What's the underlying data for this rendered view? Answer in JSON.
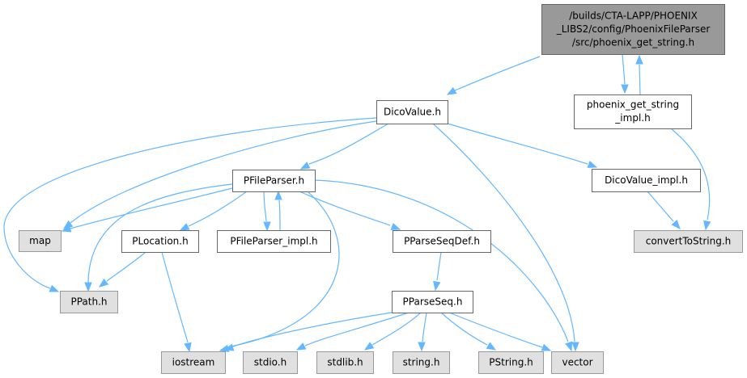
{
  "graph": {
    "colors": {
      "edge": "#63b8ff",
      "root_fill": "#999999",
      "root_border": "#666666",
      "file_fill": "#ffffff",
      "file_border": "#666666",
      "system_fill": "#e0e0e0",
      "system_border": "#999999"
    },
    "nodes": [
      {
        "id": "root",
        "kind": "root",
        "lines": [
          "/builds/CTA-LAPP/PHOENIX",
          "_LIBS2/config/PhoenixFileParser",
          "/src/phoenix_get_string.h"
        ]
      },
      {
        "id": "dicovalue",
        "kind": "file",
        "lines": [
          "DicoValue.h"
        ]
      },
      {
        "id": "impl",
        "kind": "file",
        "lines": [
          "phoenix_get_string",
          "_impl.h"
        ]
      },
      {
        "id": "pfileparser",
        "kind": "file",
        "lines": [
          "PFileParser.h"
        ]
      },
      {
        "id": "dicovalueimpl",
        "kind": "file",
        "lines": [
          "DicoValue_impl.h"
        ]
      },
      {
        "id": "map",
        "kind": "system",
        "lines": [
          "map"
        ]
      },
      {
        "id": "plocation",
        "kind": "file",
        "lines": [
          "PLocation.h"
        ]
      },
      {
        "id": "pfileparserimpl",
        "kind": "file",
        "lines": [
          "PFileParser_impl.h"
        ]
      },
      {
        "id": "pparseseqdef",
        "kind": "file",
        "lines": [
          "PParseSeqDef.h"
        ]
      },
      {
        "id": "converttostring",
        "kind": "system",
        "lines": [
          "convertToString.h"
        ]
      },
      {
        "id": "ppath",
        "kind": "system",
        "lines": [
          "PPath.h"
        ]
      },
      {
        "id": "pparseseq",
        "kind": "file",
        "lines": [
          "PParseSeq.h"
        ]
      },
      {
        "id": "iostream",
        "kind": "system",
        "lines": [
          "iostream"
        ]
      },
      {
        "id": "stdio",
        "kind": "system",
        "lines": [
          "stdio.h"
        ]
      },
      {
        "id": "stdlib",
        "kind": "system",
        "lines": [
          "stdlib.h"
        ]
      },
      {
        "id": "string",
        "kind": "system",
        "lines": [
          "string.h"
        ]
      },
      {
        "id": "pstring",
        "kind": "system",
        "lines": [
          "PString.h"
        ]
      },
      {
        "id": "vector",
        "kind": "system",
        "lines": [
          "vector"
        ]
      }
    ],
    "edges": [
      {
        "from": "root",
        "to": "dicovalue"
      },
      {
        "from": "root",
        "to": "impl"
      },
      {
        "from": "impl",
        "to": "root"
      },
      {
        "from": "impl",
        "to": "converttostring"
      },
      {
        "from": "dicovalue",
        "to": "pfileparser"
      },
      {
        "from": "dicovalue",
        "to": "dicovalueimpl"
      },
      {
        "from": "dicovalue",
        "to": "map"
      },
      {
        "from": "dicovalue",
        "to": "ppath"
      },
      {
        "from": "dicovalue",
        "to": "vector"
      },
      {
        "from": "dicovalueimpl",
        "to": "converttostring"
      },
      {
        "from": "pfileparser",
        "to": "map"
      },
      {
        "from": "pfileparser",
        "to": "ppath"
      },
      {
        "from": "pfileparser",
        "to": "plocation"
      },
      {
        "from": "pfileparser",
        "to": "pfileparserimpl"
      },
      {
        "from": "pfileparserimpl",
        "to": "pfileparser"
      },
      {
        "from": "pfileparser",
        "to": "pparseseqdef"
      },
      {
        "from": "pfileparser",
        "to": "iostream"
      },
      {
        "from": "pfileparser",
        "to": "vector"
      },
      {
        "from": "plocation",
        "to": "ppath"
      },
      {
        "from": "plocation",
        "to": "iostream"
      },
      {
        "from": "pparseseqdef",
        "to": "pparseseq"
      },
      {
        "from": "pparseseq",
        "to": "iostream"
      },
      {
        "from": "pparseseq",
        "to": "stdio"
      },
      {
        "from": "pparseseq",
        "to": "stdlib"
      },
      {
        "from": "pparseseq",
        "to": "string"
      },
      {
        "from": "pparseseq",
        "to": "pstring"
      },
      {
        "from": "pparseseq",
        "to": "vector"
      }
    ]
  }
}
